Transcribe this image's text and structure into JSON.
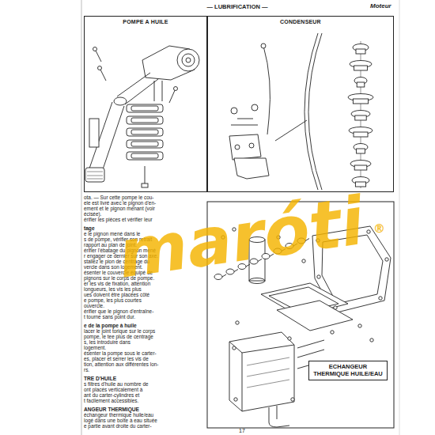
{
  "diagram": {
    "title": "— LUBRIFICATION —",
    "nodes": [
      {
        "text": [
          "POMPE A HUILE"
        ]
      },
      {
        "text": [
          "CONDENSEUR"
        ]
      },
      {
        "text": [
          "ECHANGEUR THERMIQUE HUILE/EAU"
        ]
      }
    ],
    "labels": [
      "Moteur",
      "ota. — Sur cette pompe le cou-",
      "ele est livré avec le pignon d'en-",
      "ement et le pignon menant (voir",
      "écisée).",
      "érifier les pièces et vérifier leur",
      "tage",
      "e le pignon mené dans le",
      "s de pompe, vérifier son retrait",
      "rapport au plan de joint.",
      "érifier l'ébatage du pignon mené",
      "r engager ce dernier sur son axe.",
      "stallez le pion de centrage du",
      "vercle dans son logement.",
      "ésenter le couvercle équipé de",
      "pignons sur le corps de pompe.",
      "er les vis de fixation, attention",
      "longueurs, les vis les plus",
      "ues doivent être placées côté",
      "e pompe, les plus courtes",
      "ouvercle.",
      "érifier que le pignon d'entraîne-",
      "t tourne sans point dur.",
      "e de la pompe à huile",
      "lacer le joint torique sur le corps",
      "pompe, le tee plus de centrage",
      "s, les introduire dans",
      "logement.",
      "ésenter la pompe sous le carter-",
      "es, placer et serrer les vis de",
      "tion, attention aux différentes lon-",
      "rs.",
      "TRE D'HUILE",
      "s filtres d'huile au nombre de",
      "ont placés verticalement à",
      "ant du carter-cylindres et",
      "t facilement accessibles.",
      "ANGEUR THERMIQUE",
      "échangeur thermique huile/eau",
      "logé dans une boîte à eau située",
      "e partie avant droite du carter-",
      "17",
      "maróti",
      "®"
    ]
  }
}
